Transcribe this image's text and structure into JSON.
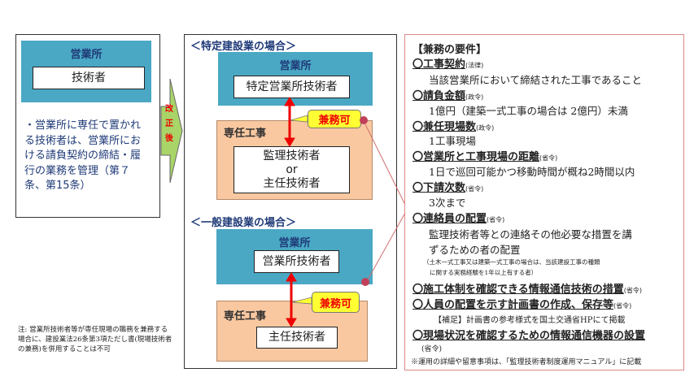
{
  "before": {
    "office": "営業所",
    "engineer": "技術者",
    "description": "・営業所に専任で置かれる技術者は、営業所における請負契約の締結・履行の業務を管理（第７条、第15条）",
    "note": "注: 営業所技術者等が専任現場の職務を兼務する場合に、建設業法26条第3項ただし書(現場技術者の兼務)を併用することは不可"
  },
  "arrow_label": "改正後",
  "specific": {
    "title": "＜特定建設業の場合＞",
    "office": "営業所",
    "office_engineer": "特定営業所技術者",
    "site": "専任工事",
    "site_engineer_1": "監理技術者",
    "site_engineer_or": "or",
    "site_engineer_2": "主任技術者",
    "callout": "兼務可"
  },
  "general": {
    "title": "＜一般建設業の場合＞",
    "office": "営業所",
    "office_engineer": "営業所技術者",
    "site": "専任工事",
    "site_engineer": "主任技術者",
    "callout": "兼務可"
  },
  "requirements": {
    "title": "【兼務の要件】",
    "items": [
      {
        "heading": "〇工事契約",
        "source": "(法律)",
        "body": [
          "当該営業所において締結された工事であること"
        ]
      },
      {
        "heading": "〇請負金額",
        "source": "(政令)",
        "body": [
          "1億円（建築一式工事の場合は 2億円）未満"
        ]
      },
      {
        "heading": "〇兼任現場数",
        "source": "(政令)",
        "body": [
          "1工事現場"
        ]
      },
      {
        "heading": "〇営業所と工事現場の距離",
        "source": "(省令)",
        "body": [
          "1日で巡回可能かつ移動時間が概ね2時間以内"
        ]
      },
      {
        "heading": "〇下請次数",
        "source": "(省令)",
        "body": [
          "3次まで"
        ]
      },
      {
        "heading": "〇連絡員の配置",
        "source": "(省令)",
        "body": [
          "監理技術者等との連絡その他必要な措置を講",
          "ずるための者の配置"
        ],
        "sub": [
          "（土木一式工事又は建築一式工事の場合は、当該建設工事の種類",
          "に関する実務経験を1年以上有する者）"
        ]
      },
      {
        "heading": "〇施工体制を確認できる情報通信技術の措置",
        "source": "(省令)"
      },
      {
        "heading": "〇人員の配置を示す計画書の作成、保存等",
        "source": "(省令)",
        "body": [
          "【補足】計画書の参考様式を国土交通省HPにて掲載"
        ]
      },
      {
        "heading": "〇現場状況を確認するための情報通信機器の設置",
        "source": "(省令)"
      }
    ],
    "footnote": "※運用の詳細や留意事項は、「監理技術者制度運用マニュアル」に記載"
  }
}
